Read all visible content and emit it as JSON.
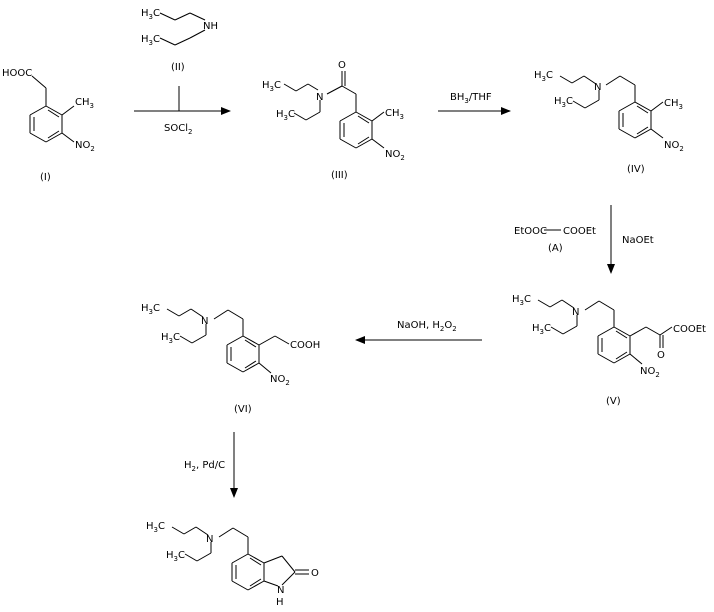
{
  "compounds": {
    "I": {
      "id": "(I)",
      "label_acid": "HOOC",
      "label_methyl": "CH",
      "label_methyl_sub": "3",
      "label_nitro": "NO",
      "label_nitro_sub": "2"
    },
    "II": {
      "id": "(II)",
      "label_ch3_a": "H",
      "label_ch3_a_sub": "3",
      "label_ch3_a_c": "C",
      "label_nh": "NH",
      "label_ch3_b": "H",
      "label_ch3_b_sub": "3",
      "label_ch3_b_c": "C"
    },
    "III": {
      "id": "(III)",
      "label_o": "O",
      "label_n": "N",
      "label_h3c_a": "H",
      "label_h3c_a_sub": "3",
      "label_h3c_a_c": "C",
      "label_h3c_b": "H",
      "label_h3c_b_sub": "3",
      "label_h3c_b_c": "C",
      "label_methyl": "CH",
      "label_methyl_sub": "3",
      "label_nitro": "NO",
      "label_nitro_sub": "2"
    },
    "IV": {
      "id": "(IV)",
      "label_n": "N",
      "label_h3c_a": "H",
      "label_h3c_a_sub": "3",
      "label_h3c_a_c": "C",
      "label_h3c_b": "H",
      "label_h3c_b_sub": "3",
      "label_h3c_b_c": "C",
      "label_methyl": "CH",
      "label_methyl_sub": "3",
      "label_nitro": "NO",
      "label_nitro_sub": "2"
    },
    "V": {
      "id": "(V)",
      "label_n": "N",
      "label_h3c_a": "H",
      "label_h3c_a_sub": "3",
      "label_h3c_a_c": "C",
      "label_h3c_b": "H",
      "label_h3c_b_sub": "3",
      "label_h3c_b_c": "C",
      "label_ester": "COOEt",
      "label_o": "O",
      "label_nitro": "NO",
      "label_nitro_sub": "2"
    },
    "VI": {
      "id": "(VI)",
      "label_n": "N",
      "label_h3c_a": "H",
      "label_h3c_a_sub": "3",
      "label_h3c_a_c": "C",
      "label_h3c_b": "H",
      "label_h3c_b_sub": "3",
      "label_h3c_b_c": "C",
      "label_acid": "COOH",
      "label_nitro": "NO",
      "label_nitro_sub": "2"
    },
    "product": {
      "label_n": "N",
      "label_h3c_a": "H",
      "label_h3c_a_sub": "3",
      "label_h3c_a_c": "C",
      "label_h3c_b": "H",
      "label_h3c_b_sub": "3",
      "label_h3c_b_c": "C",
      "label_o": "O",
      "label_nh": "N",
      "label_nh_h": "H"
    }
  },
  "reagents": {
    "step1_below": "SOCl",
    "step1_below_sub": "2",
    "step2_a": "BH",
    "step2_a_sub": "3",
    "step2_b": "/THF",
    "step3_left_a": "EtOOC",
    "step3_left_b": "COOEt",
    "step3_left_id": "(A)",
    "step3_right": "NaOEt",
    "step4_a": "NaOH, H",
    "step4_a_sub": "2",
    "step4_b": "O",
    "step4_b_sub": "2",
    "step5_a": "H",
    "step5_a_sub": "2",
    "step5_b": ", Pd/C"
  }
}
